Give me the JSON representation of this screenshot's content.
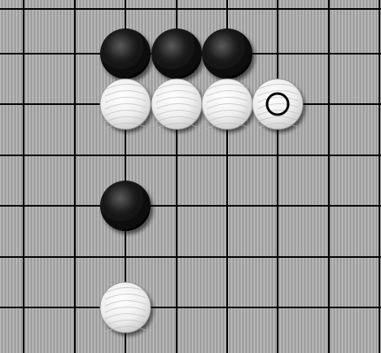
{
  "board": {
    "grid_columns": 8,
    "grid_rows": 7,
    "background_color": "#a9a9a9",
    "line_color": "#000000"
  },
  "stones": [
    {
      "color": "black",
      "col": 2,
      "row": 1
    },
    {
      "color": "black",
      "col": 3,
      "row": 1
    },
    {
      "color": "black",
      "col": 4,
      "row": 1
    },
    {
      "color": "white",
      "col": 2,
      "row": 2
    },
    {
      "color": "white",
      "col": 3,
      "row": 2
    },
    {
      "color": "white",
      "col": 4,
      "row": 2
    },
    {
      "color": "white",
      "col": 5,
      "row": 2,
      "last_move": true
    },
    {
      "color": "black",
      "col": 2,
      "row": 4
    },
    {
      "color": "white",
      "col": 2,
      "row": 6
    }
  ]
}
